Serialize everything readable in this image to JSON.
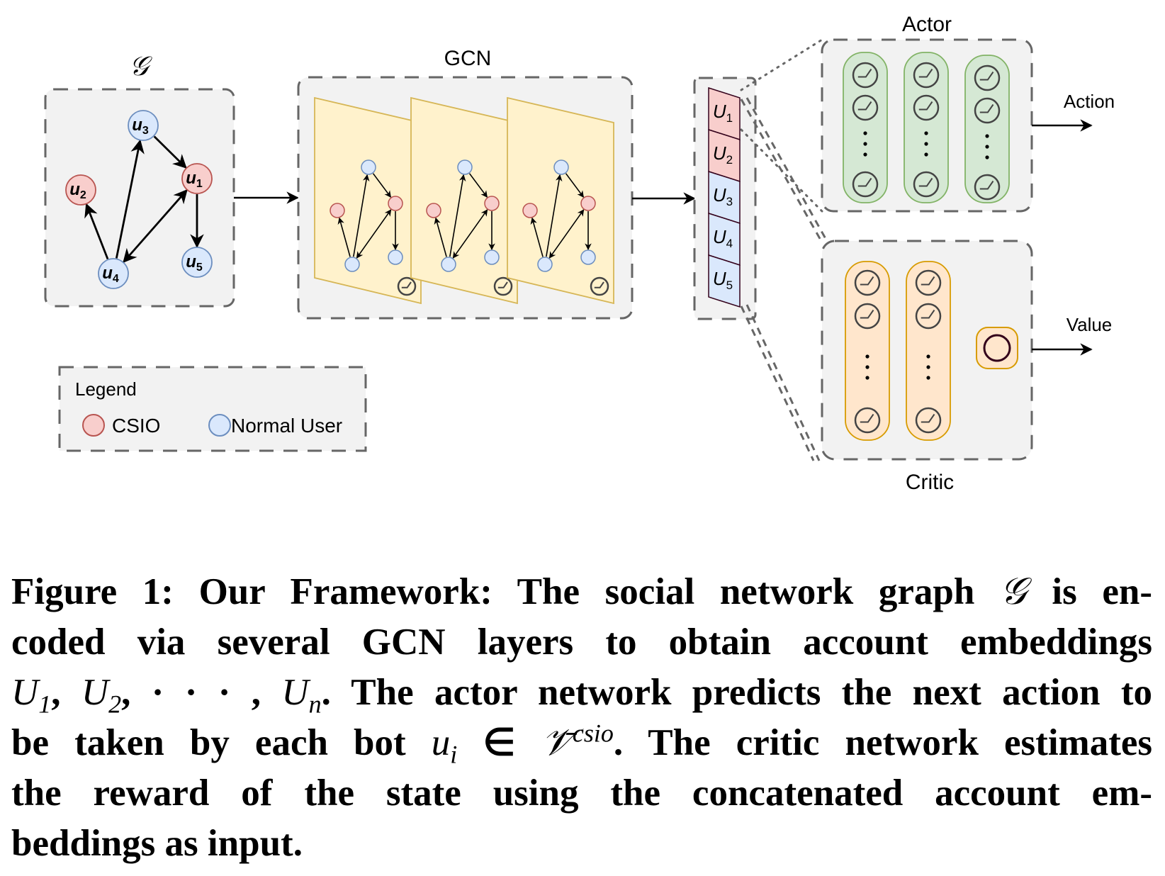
{
  "figure": {
    "graph_panel": {
      "title": "𝒢",
      "nodes": [
        {
          "id": "u1",
          "label": "u",
          "sub": "1",
          "type": "csio"
        },
        {
          "id": "u2",
          "label": "u",
          "sub": "2",
          "type": "csio"
        },
        {
          "id": "u3",
          "label": "u",
          "sub": "3",
          "type": "normal"
        },
        {
          "id": "u4",
          "label": "u",
          "sub": "4",
          "type": "normal"
        },
        {
          "id": "u5",
          "label": "u",
          "sub": "5",
          "type": "normal"
        }
      ],
      "edges": [
        {
          "from": "u3",
          "to": "u1",
          "directed": true
        },
        {
          "from": "u4",
          "to": "u3",
          "directed": true
        },
        {
          "from": "u4",
          "to": "u2",
          "directed": true
        },
        {
          "from": "u4",
          "to": "u1",
          "bidirectional": true
        },
        {
          "from": "u1",
          "to": "u5",
          "directed": true
        }
      ]
    },
    "gcn_panel": {
      "title": "GCN",
      "layer_count": 3,
      "activation_icon": "relu-activation-icon"
    },
    "embedding_panel": {
      "cells": [
        {
          "label": "U",
          "sub": "1",
          "type": "csio"
        },
        {
          "label": "U",
          "sub": "2",
          "type": "csio"
        },
        {
          "label": "U",
          "sub": "3",
          "type": "normal"
        },
        {
          "label": "U",
          "sub": "4",
          "type": "normal"
        },
        {
          "label": "U",
          "sub": "5",
          "type": "normal"
        }
      ]
    },
    "actor_panel": {
      "title": "Actor",
      "output_label": "Action",
      "layer_count": 3
    },
    "critic_panel": {
      "title": "Critic",
      "output_label": "Value",
      "layer_count": 2
    },
    "legend": {
      "title": "Legend",
      "items": [
        {
          "label": "CSIO",
          "type": "csio"
        },
        {
          "label": "Normal User",
          "type": "normal"
        }
      ]
    },
    "colors": {
      "csio_fill": "#f8cecc",
      "csio_stroke": "#b85450",
      "normal_fill": "#dae8fc",
      "normal_stroke": "#6c8ebf",
      "gcn_layer_fill": "#fff2cc",
      "gcn_layer_stroke": "#d6b656",
      "actor_fill": "#d5e8d4",
      "actor_stroke": "#82b366",
      "critic_fill": "#ffe6cc",
      "critic_stroke": "#d79b00",
      "panel_fill": "#f2f2f2",
      "panel_stroke": "#666666"
    }
  },
  "caption": {
    "lines": [
      [
        "Figure 1: Our Framework: The social network graph ",
        {
          "math": "𝒢"
        },
        " is en-"
      ],
      [
        "coded via several GCN layers to obtain account embeddings"
      ],
      [
        {
          "math": "U",
          "sub": "1"
        },
        ", ",
        {
          "math": "U",
          "sub": "2"
        },
        ", · · · , ",
        {
          "math": "U",
          "sub": "n"
        },
        ". The actor network predicts the next action to"
      ],
      [
        "be taken by each bot ",
        {
          "math": "u",
          "sub": "i"
        },
        " ∈ ",
        {
          "math": "𝒱̄",
          "sup": "csio"
        },
        ". The critic network estimates"
      ],
      [
        "the reward of the state using the concatenated account em-"
      ],
      [
        "beddings as input."
      ]
    ]
  }
}
